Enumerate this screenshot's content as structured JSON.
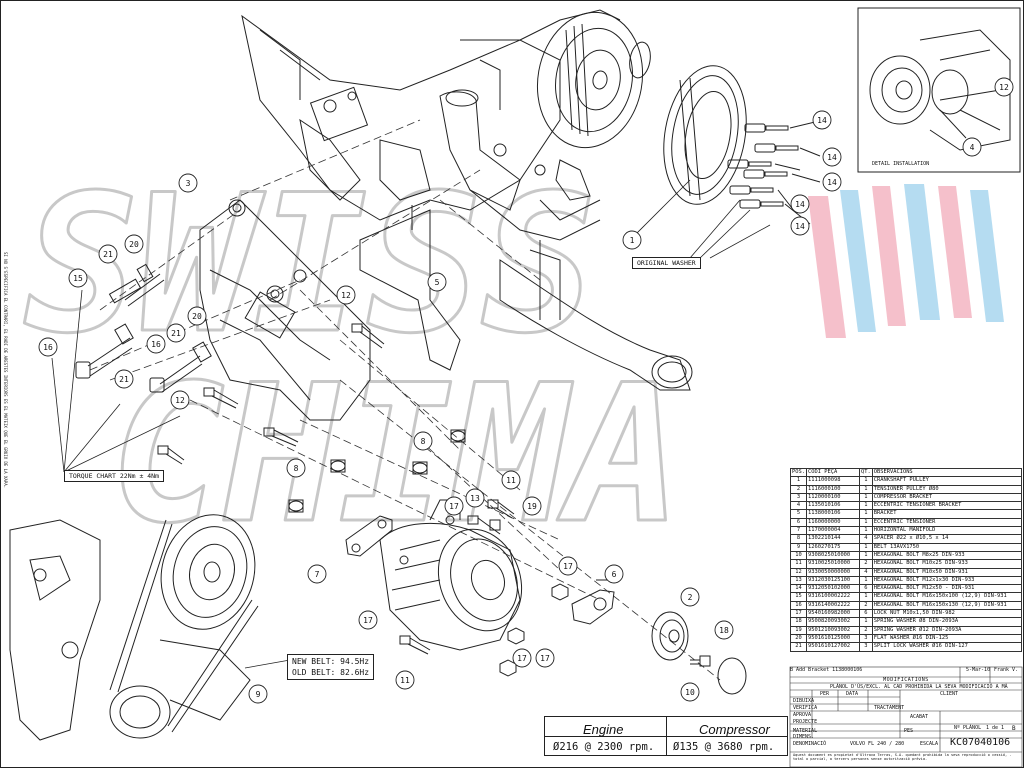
{
  "watermark": {
    "line1": "SWISS",
    "line2": "CHIMA",
    "colors": {
      "outline": "#bbbbbb",
      "red": "#f4b6c3",
      "blue": "#a9d7ef"
    }
  },
  "callouts": {
    "c1": "1",
    "c2": "2",
    "c3": "3",
    "c4": "4",
    "c5": "5",
    "c6": "6",
    "c7": "7",
    "c8a": "8",
    "c8b": "8",
    "c9": "9",
    "c10": "10",
    "c11a": "11",
    "c11b": "11",
    "c12a": "12",
    "c12b": "12",
    "c12c": "12",
    "c13": "13",
    "c14a": "14",
    "c14b": "14",
    "c14c": "14",
    "c14d": "14",
    "c14e": "14",
    "c15": "15",
    "c16a": "16",
    "c16b": "16",
    "c17a": "17",
    "c17b": "17",
    "c17c": "17",
    "c17d": "17",
    "c17e": "17",
    "c18": "18",
    "c19": "19",
    "c20a": "20",
    "c20b": "20",
    "c21a": "21",
    "c21b": "21",
    "c21c": "21"
  },
  "labels": {
    "original_washer": "ORIGINAL WASHER",
    "torque_chart": "TORQUE CHART 22Nm ± 4Nm",
    "new_belt": "NEW BELT: 94.5Hz",
    "old_belt": "OLD BELT: 82.6Hz",
    "detail_installation": "DETAIL INSTALLATION"
  },
  "bom": {
    "headers": [
      "POS.",
      "CODI PEÇA",
      "QT.",
      "OBSERVACIONS"
    ],
    "rows": [
      [
        "1",
        "1111000098",
        "1",
        "CRANKSHAFT PULLEY"
      ],
      [
        "2",
        "1116000100",
        "1",
        "TENSIONER PULLEY Ø80"
      ],
      [
        "3",
        "1120000100",
        "1",
        "COMPRESSOR BRACKET"
      ],
      [
        "4",
        "1135010106",
        "1",
        "ECCENTRIC TENSIONER BRACKET"
      ],
      [
        "5",
        "1138000106",
        "1",
        "BRACKET"
      ],
      [
        "6",
        "1160000000",
        "1",
        "ECCENTRIC TENSIONER"
      ],
      [
        "7",
        "1170000004",
        "1",
        "HORIZONTAL MANIFOLD"
      ],
      [
        "8",
        "1302210144",
        "4",
        "SPACER Ø22 x Ø10,5 x 14"
      ],
      [
        "9",
        "1260270175",
        "1",
        "BELT 13AVX1750"
      ],
      [
        "10",
        "9308025010000",
        "1",
        "HEXAGONAL BOLT M8x25 DIN-933"
      ],
      [
        "11",
        "9310025010000",
        "2",
        "HEXAGONAL BOLT M10x25 DIN-933"
      ],
      [
        "12",
        "9330050000000",
        "4",
        "HEXAGONAL BOLT M10x50 DIN-931"
      ],
      [
        "13",
        "9312030125100",
        "1",
        "HEXAGONAL BOLT M12x1x30 DIN-933"
      ],
      [
        "14",
        "9312050102000",
        "6",
        "HEXAGONAL BOLT M12x50 - DIN-931"
      ],
      [
        "15",
        "9316100002222",
        "1",
        "HEXAGONAL BOLT M16x150x100 (12,9) DIN-931"
      ],
      [
        "16",
        "9316140002222",
        "2",
        "HEXAGONAL BOLT M16x150x130 (12,9) DIN-931"
      ],
      [
        "17",
        "9540160982000",
        "6",
        "LOCK NUT M10x1,50 DIN-982"
      ],
      [
        "18",
        "9500820093002",
        "1",
        "SPRING WASHER Ø8 DIN-2093A"
      ],
      [
        "19",
        "9501210093002",
        "2",
        "SPRING WASHER Ø12 DIN-2093A"
      ],
      [
        "20",
        "9501610125000",
        "3",
        "FLAT WASHER Ø16 DIN-125"
      ],
      [
        "21",
        "9501610127002",
        "3",
        "SPLIT LOCK WASHER Ø16 DIN-127"
      ]
    ]
  },
  "revision": {
    "row_b": "B   Add Bracket 1138000106",
    "modif": "MODIFICATIONS",
    "date": "5-Mar-10",
    "author": "Frank V.",
    "warning": "PLÀNOL D'ÚS/EXCL. AL CAD PROHIBIDA LA SEVA MODIFICACIÓ A MÀ",
    "dibuixa": "DIBUIXA",
    "verifica": "VERIFICA",
    "aprova": "APROVA",
    "per": "PER",
    "data": "DATA",
    "client": "CLIENT",
    "tractament": "TRACTAMENT",
    "projecte": "PROJECTE",
    "material": "MATERIAL",
    "dimensions": "DIMENS.",
    "acabat": "ACABAT",
    "escala": "ESCALA",
    "pes": "PES",
    "plano": "Nº PLÀNOL",
    "sheet": "1 de 1",
    "denominacio": "DENOMINACIÓ",
    "vehicle": "VOLVO FL 240 / 280",
    "code": "KC07040106",
    "rev_letter": "B",
    "footer": "Aquest document es propietat d'Ultrava Terras, S.A. quedant prohibida la seva reproducció o cessió, - total o parcial, a tercers persones sense autorització prèvia."
  },
  "speed_table": {
    "engine_header": "Engine",
    "compressor_header": "Compressor",
    "engine_value": "Ø216 @ 2300 rpm.",
    "compressor_value": "Ø135 @ 3680 rpm."
  },
  "side_note": "SI NO S'ESPECIFICA EL CONTRARI, EL RADI DE ARESTES INTERIORS ES EL MATEIX QUE EL GRUIX DE LA XAPA."
}
